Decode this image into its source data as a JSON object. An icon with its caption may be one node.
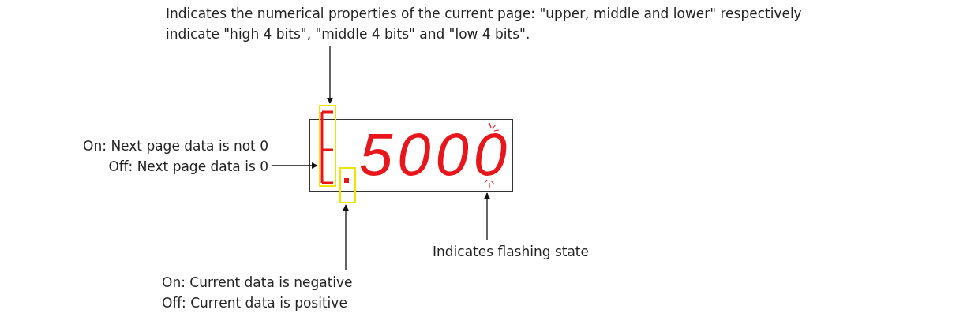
{
  "diagram": {
    "nodes": [
      {
        "text": [
          "5000"
        ]
      },
      {
        "text": [],
        "shape": "box"
      },
      {
        "text": [],
        "shape": "box"
      },
      {
        "text": [
          "Indicates the numerical properties of the current page: \"upper, middle and lower\" respectively indicate \"high 4 bits\", \"middle 4 bits\" and \"low 4 bits\"."
        ]
      },
      {
        "text": [
          "On: Next page data is not 0",
          "Off: Next page data is 0"
        ]
      },
      {
        "text": [
          "On: Current data is negative",
          "Off: Current data is positive"
        ]
      },
      {
        "text": [
          "Indicates flashing state"
        ]
      }
    ],
    "edges": [
      {
        "from": 3,
        "to": 1,
        "arrow": "to"
      },
      {
        "from": 4,
        "to": 1,
        "arrow": "to"
      },
      {
        "from": 5,
        "to": 2,
        "arrow": "to"
      },
      {
        "from": 6,
        "to": 0,
        "arrow": "to"
      }
    ]
  }
}
